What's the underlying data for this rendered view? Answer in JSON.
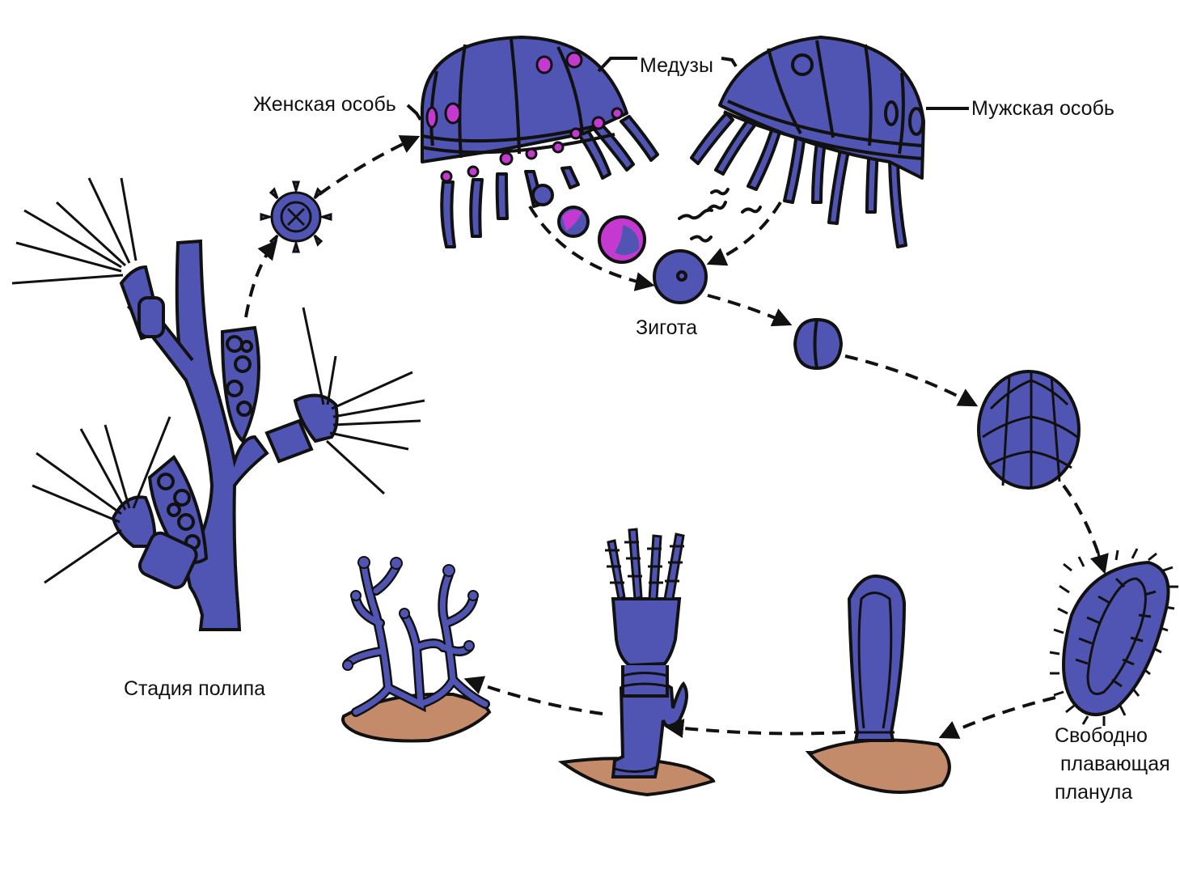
{
  "labels": {
    "medusae": "Медузы",
    "female": "Женская особь",
    "male": "Мужская особь",
    "zygote": "Зигота",
    "polyp_stage": "Стадия полипа",
    "planula_line1": "Свободно",
    "planula_line2": " плавающая",
    "planula_line3": "планула"
  },
  "colors": {
    "body": "#5055b3",
    "outline": "#111111",
    "egg": "#c43ad0",
    "ground": "#c38b6a",
    "background": "#ffffff"
  },
  "icons": {
    "medusa_female": "jellyfish-bell",
    "medusa_male": "jellyfish-bell",
    "eggs": "circle",
    "sperm": "squiggle",
    "zygote": "circle-with-nucleus",
    "two_cell": "two-cell-embryo",
    "morula": "cell-cluster",
    "planula": "ciliated-larva",
    "settled_polyp": "column-on-ground",
    "young_polyp": "polyp-with-tentacles",
    "colony": "branching-colony",
    "polyp_colony": "hydroid-colony",
    "released_medusa": "bud-medusa"
  }
}
